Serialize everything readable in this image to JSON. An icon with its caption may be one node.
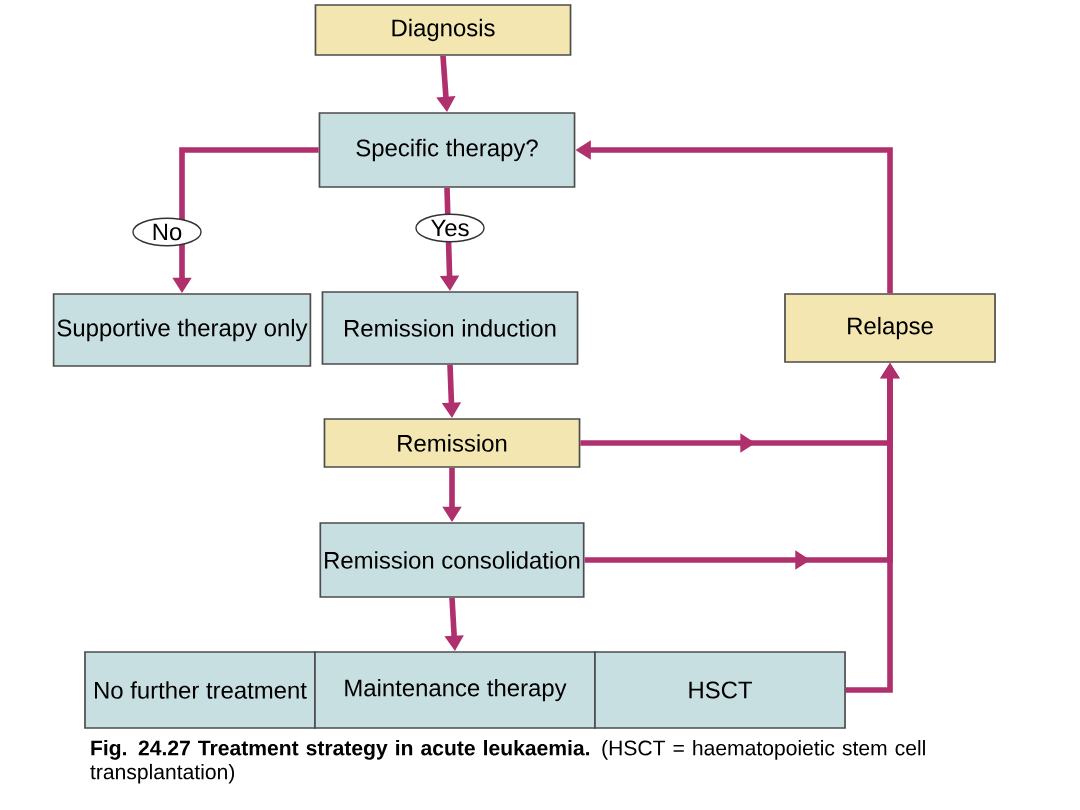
{
  "diagram": {
    "caption": "**Fig. 24.27 Treatment strategy in acute leukaemia.** (HSCT = haematopoietic stem cell transplantation)",
    "nodes": [
      {
        "text": [
          "Diagnosis"
        ]
      },
      {
        "text": [
          "Specific therapy?"
        ]
      },
      {
        "text": [
          "Supportive therapy only"
        ]
      },
      {
        "text": [
          "Remission induction"
        ]
      },
      {
        "text": [
          "Relapse"
        ]
      },
      {
        "text": [
          "Remission"
        ]
      },
      {
        "text": [
          "Remission consolidation"
        ]
      },
      {
        "text": [
          "No further treatment"
        ]
      },
      {
        "text": [
          "Maintenance therapy"
        ]
      },
      {
        "text": [
          "HSCT"
        ]
      }
    ],
    "edges": [
      {
        "from": 0,
        "to": 1,
        "arrow": "to"
      },
      {
        "from": 1,
        "to": 2,
        "arrow": "to",
        "label": "No"
      },
      {
        "from": 1,
        "to": 3,
        "arrow": "to",
        "label": "Yes"
      },
      {
        "from": 3,
        "to": 5,
        "arrow": "to"
      },
      {
        "from": 5,
        "to": 6,
        "arrow": "to"
      },
      {
        "from": 6,
        "to": 8,
        "arrow": "to"
      },
      {
        "from": 5,
        "to": 4,
        "arrow": "to"
      },
      {
        "from": 6,
        "to": 4,
        "arrow": "to"
      },
      {
        "from": 9,
        "to": 4,
        "arrow": "to"
      },
      {
        "from": 4,
        "to": 1,
        "arrow": "to"
      }
    ]
  }
}
